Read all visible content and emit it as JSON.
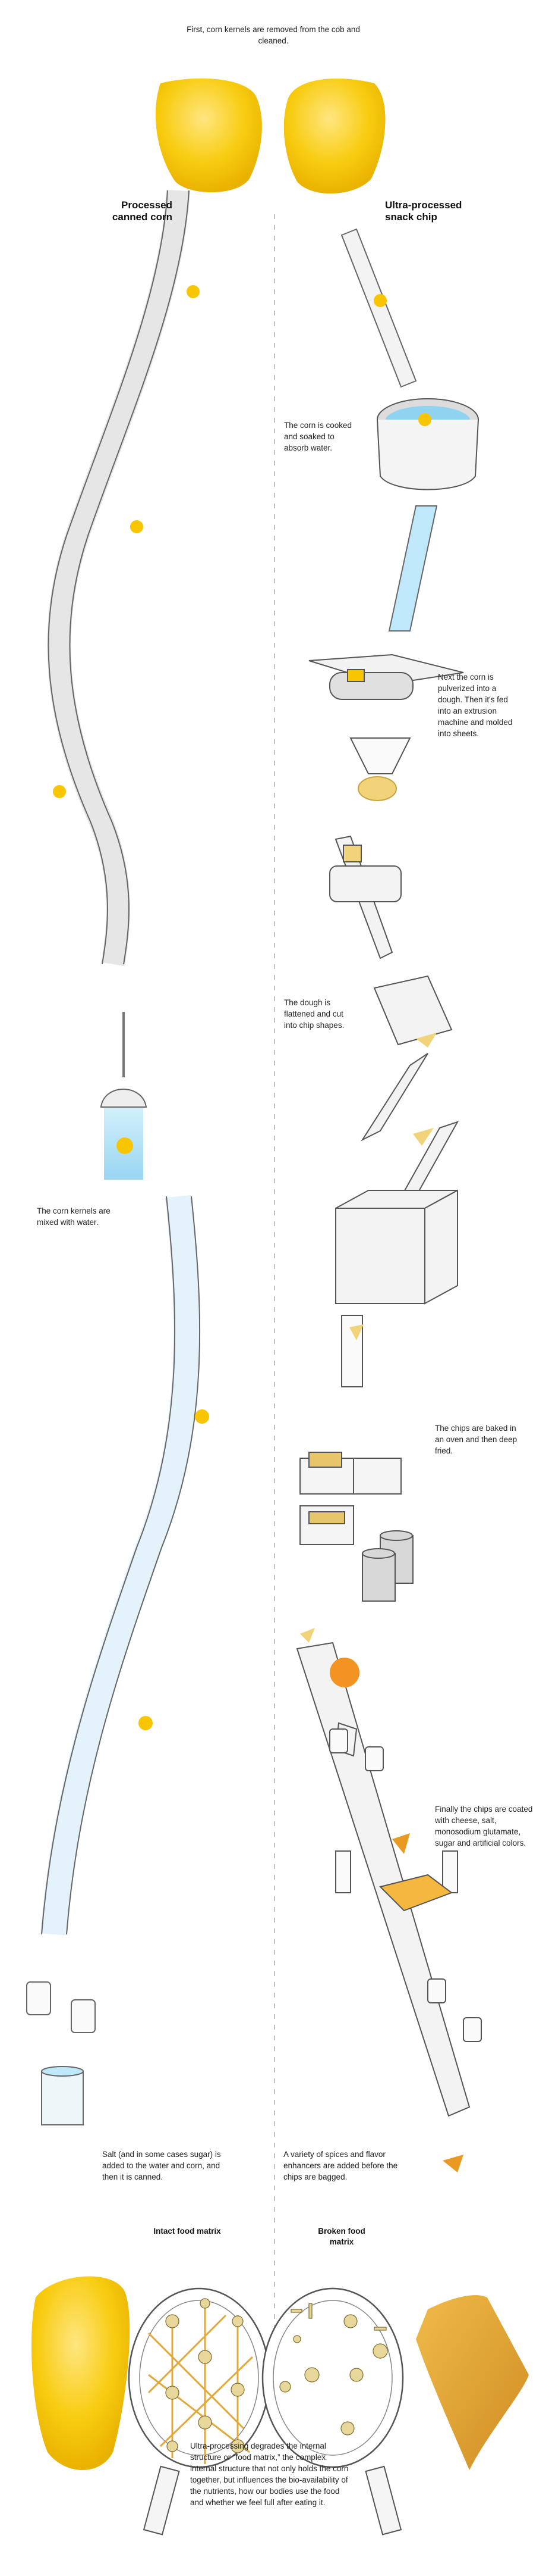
{
  "intro": {
    "text": "First, corn kernels are removed from the cob and cleaned."
  },
  "columns": {
    "left": {
      "heading": "Processed canned corn"
    },
    "right": {
      "heading": "Ultra-processed snack chip"
    }
  },
  "steps": {
    "left": [
      {
        "id": "mix-water",
        "text": "The corn kernels are mixed with water."
      },
      {
        "id": "salt-canned",
        "text": "Salt (and in some cases sugar) is added to the water and corn, and then it is canned."
      }
    ],
    "right": [
      {
        "id": "cook-soak",
        "text": "The corn is cooked and soaked to absorb water."
      },
      {
        "id": "pulverize",
        "text": "Next the corn is pulverized into a dough. Then it's fed into an extrusion machine and molded into sheets."
      },
      {
        "id": "flatten-cut",
        "text": "The dough is flattened and cut into chip shapes."
      },
      {
        "id": "bake-fry",
        "text": "The chips are baked in an oven and then deep fried."
      },
      {
        "id": "coat",
        "text": "Finally the chips are coated with cheese, salt, monosodium glutamate, sugar and artificial colors."
      },
      {
        "id": "spices-bagged",
        "text": "A variety of spices and flavor enhancers are added before the chips are bagged."
      }
    ]
  },
  "matrix": {
    "intact_label": "Intact food matrix",
    "broken_label": "Broken food matrix",
    "summary": "Ultra-processing degrades the internal structure or “food matrix,” the complex internal structure that not only holds the corn together, but influences the bio-availability of the nutrients, how our bodies use the food and whether we feel full after eating it."
  },
  "colors": {
    "kernel": "#f7c600",
    "kernel_light": "#ffe46b",
    "water": "#8fd3f0",
    "chip": "#e2a436",
    "matrix_node": "#e8d79a",
    "matrix_strut": "#e0a93a",
    "line": "#555555",
    "divider": "#999999"
  }
}
